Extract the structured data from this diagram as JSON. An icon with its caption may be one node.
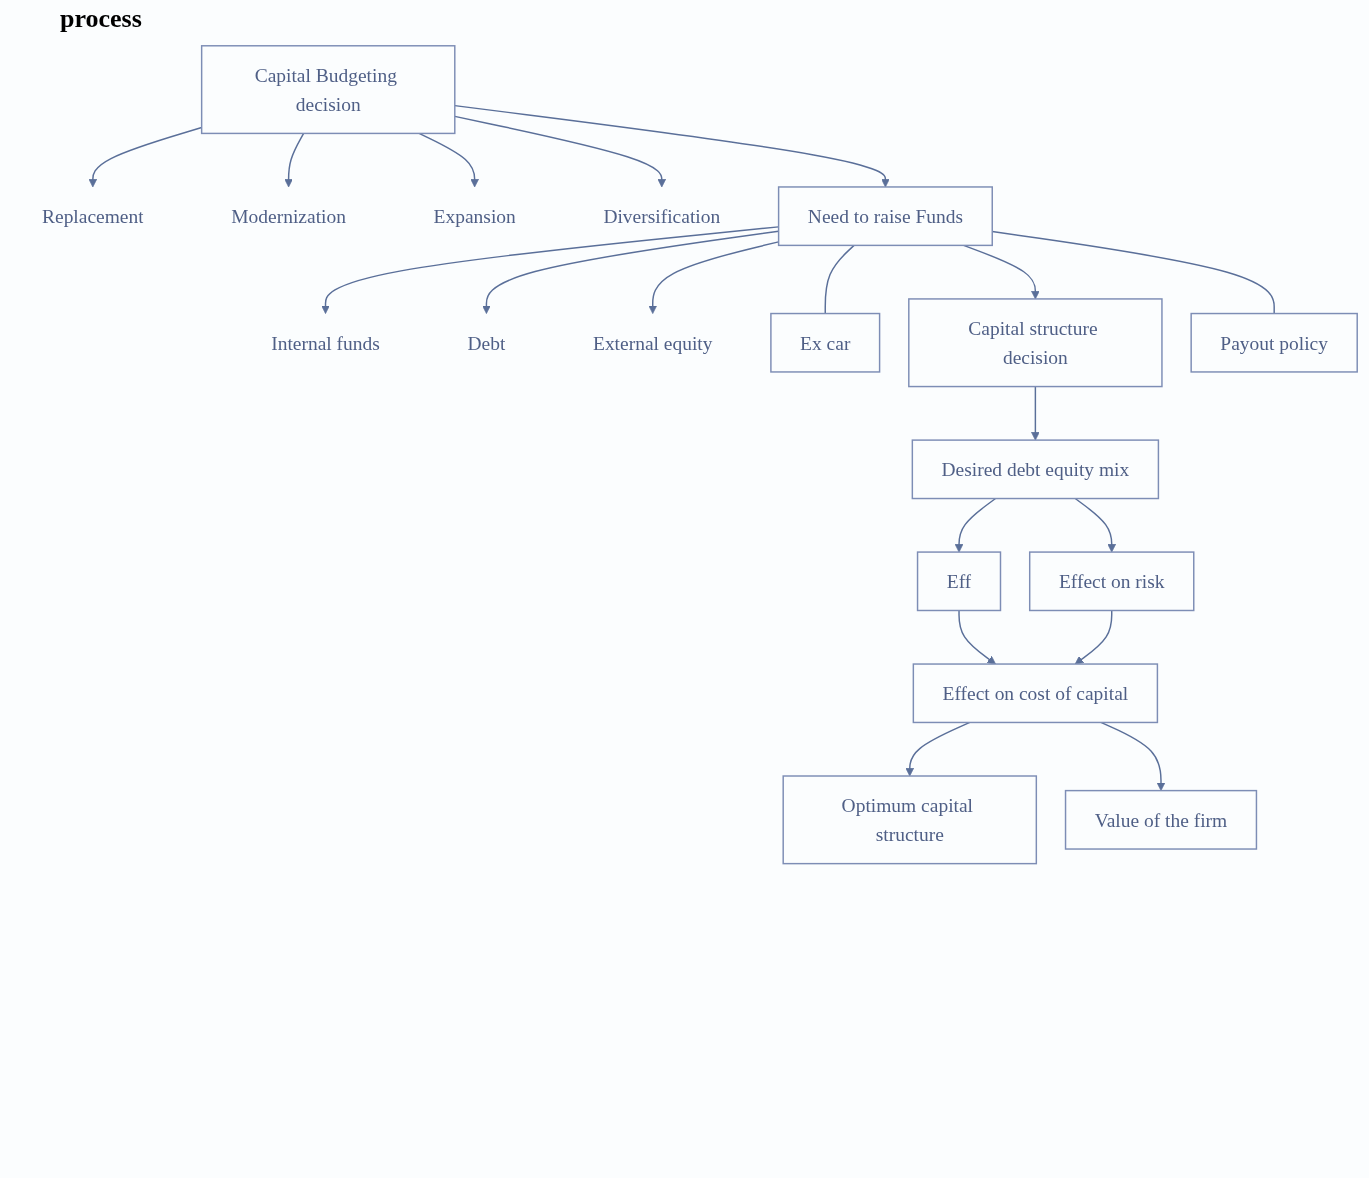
{
  "diagram": {
    "title": "process",
    "nodes": [
      {
        "text": [
          "Capital Budgeting decision"
        ]
      },
      {
        "text": [
          "Replacement"
        ]
      },
      {
        "text": [
          "Modernization"
        ]
      },
      {
        "text": [
          "Expansion"
        ]
      },
      {
        "text": [
          "Diversification"
        ]
      },
      {
        "text": [
          "Need to raise Funds"
        ]
      },
      {
        "text": [
          "Internal funds"
        ]
      },
      {
        "text": [
          "Debt"
        ]
      },
      {
        "text": [
          "External equity"
        ]
      },
      {
        "text": [
          "Ex car"
        ]
      },
      {
        "text": [
          "Capital structure decision"
        ]
      },
      {
        "text": [
          "Payout policy"
        ]
      },
      {
        "text": [
          "Desired debt equity mix"
        ]
      },
      {
        "text": [
          "Eff"
        ]
      },
      {
        "text": [
          "Effect on risk"
        ]
      },
      {
        "text": [
          "Effect on cost of capital"
        ]
      },
      {
        "text": [
          "Optimum capital structure"
        ]
      },
      {
        "text": [
          "Value of the firm"
        ]
      }
    ],
    "edges": [
      {
        "from": 0,
        "to": 1,
        "arrow": "to"
      },
      {
        "from": 0,
        "to": 2,
        "arrow": "to"
      },
      {
        "from": 0,
        "to": 3,
        "arrow": "to"
      },
      {
        "from": 0,
        "to": 4,
        "arrow": "to"
      },
      {
        "from": 0,
        "to": 5,
        "arrow": "to"
      },
      {
        "from": 5,
        "to": 6,
        "arrow": "to"
      },
      {
        "from": 5,
        "to": 7,
        "arrow": "to"
      },
      {
        "from": 5,
        "to": 8,
        "arrow": "to"
      },
      {
        "from": 5,
        "to": 9,
        "arrow": "none"
      },
      {
        "from": 5,
        "to": 10,
        "arrow": "to"
      },
      {
        "from": 5,
        "to": 11,
        "arrow": "none"
      },
      {
        "from": 10,
        "to": 12,
        "arrow": "to"
      },
      {
        "from": 12,
        "to": 13,
        "arrow": "to"
      },
      {
        "from": 12,
        "to": 14,
        "arrow": "to"
      },
      {
        "from": 13,
        "to": 15,
        "arrow": "to"
      },
      {
        "from": 14,
        "to": 15,
        "arrow": "to"
      },
      {
        "from": 15,
        "to": 16,
        "arrow": "to"
      },
      {
        "from": 15,
        "to": 17,
        "arrow": "to"
      }
    ]
  }
}
